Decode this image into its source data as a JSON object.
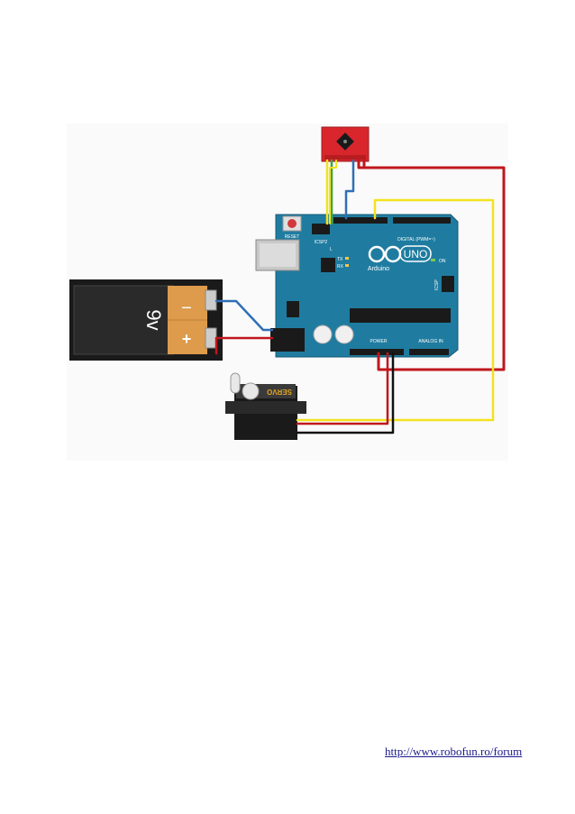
{
  "battery": {
    "voltage_label": "9v",
    "minus_label": "−",
    "plus_label": "+"
  },
  "arduino": {
    "logo_label": "UNO",
    "brand_label": "Arduino",
    "reset_label": "RESET",
    "icsp2_label": "ICSP2",
    "icsp_label": "ICSP",
    "digital_label": "DIGITAL (PWM=~)",
    "analog_label": "ANALOG IN",
    "power_label": "POWER",
    "on_label": "ON",
    "l_label": "L",
    "tx_label": "TX",
    "rx_label": "RX"
  },
  "servo": {
    "label": "SERVO"
  },
  "footer": {
    "url": "http://www.robofun.ro/forum"
  },
  "colors": {
    "board": "#1f7ca0",
    "wire_red": "#c0171d",
    "wire_yellow": "#f3e21e",
    "wire_blue": "#2f6fb5",
    "wire_green": "#3aa63a",
    "wire_black": "#111111",
    "sensor": "#d8262c",
    "battery_orange": "#dd9b4b"
  }
}
